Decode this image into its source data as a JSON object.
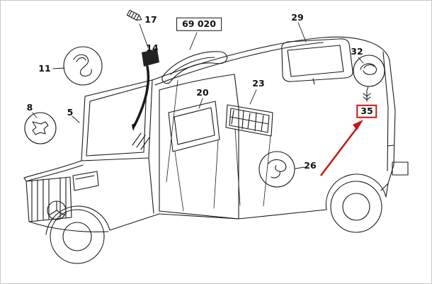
{
  "diagram": {
    "part_group_code": "69 020",
    "callouts": {
      "c5": "5",
      "c8": "8",
      "c11": "11",
      "c14": "14",
      "c17": "17",
      "c20": "20",
      "c23": "23",
      "c26": "26",
      "c29": "29",
      "c32": "32",
      "c35": "35"
    },
    "highlight": {
      "label": "35",
      "color": "#c41818"
    },
    "line_color": "#1a1a1a",
    "background": "#ffffff"
  }
}
